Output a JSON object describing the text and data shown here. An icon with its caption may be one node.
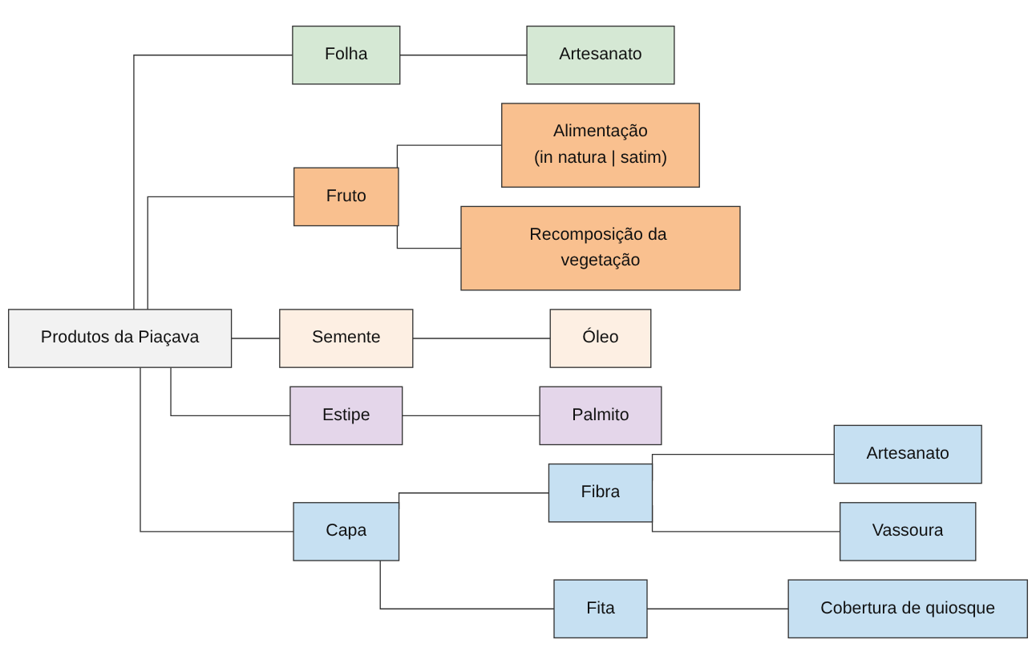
{
  "diagram": {
    "nodes": [
      {
        "text": [
          "Produtos da Piaçava"
        ]
      },
      {
        "text": [
          "Folha"
        ]
      },
      {
        "text": [
          "Artesanato"
        ]
      },
      {
        "text": [
          "Fruto"
        ]
      },
      {
        "text": [
          "Alimentação",
          "(in natura | satim)"
        ]
      },
      {
        "text": [
          "Recomposição da vegetação"
        ]
      },
      {
        "text": [
          "Semente"
        ]
      },
      {
        "text": [
          "Óleo"
        ]
      },
      {
        "text": [
          "Estipe"
        ]
      },
      {
        "text": [
          "Palmito"
        ]
      },
      {
        "text": [
          "Capa"
        ]
      },
      {
        "text": [
          "Fibra"
        ]
      },
      {
        "text": [
          "Artesanato"
        ]
      },
      {
        "text": [
          "Vassoura"
        ]
      },
      {
        "text": [
          "Fita"
        ]
      },
      {
        "text": [
          "Cobertura de quiosque"
        ]
      }
    ],
    "edges": [
      {
        "from": 0,
        "to": 1,
        "arrow": "none"
      },
      {
        "from": 0,
        "to": 3,
        "arrow": "none"
      },
      {
        "from": 0,
        "to": 6,
        "arrow": "none"
      },
      {
        "from": 0,
        "to": 8,
        "arrow": "none"
      },
      {
        "from": 0,
        "to": 10,
        "arrow": "none"
      },
      {
        "from": 1,
        "to": 2,
        "arrow": "none"
      },
      {
        "from": 3,
        "to": 4,
        "arrow": "none"
      },
      {
        "from": 3,
        "to": 5,
        "arrow": "none"
      },
      {
        "from": 6,
        "to": 7,
        "arrow": "none"
      },
      {
        "from": 8,
        "to": 9,
        "arrow": "none"
      },
      {
        "from": 10,
        "to": 11,
        "arrow": "none"
      },
      {
        "from": 10,
        "to": 14,
        "arrow": "none"
      },
      {
        "from": 11,
        "to": 12,
        "arrow": "none"
      },
      {
        "from": 11,
        "to": 13,
        "arrow": "none"
      },
      {
        "from": 14,
        "to": 15,
        "arrow": "none"
      }
    ]
  }
}
